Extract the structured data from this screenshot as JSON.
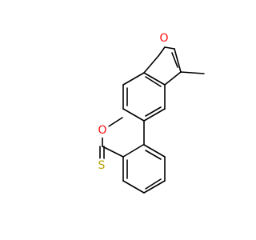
{
  "molecule": {
    "atoms": {
      "furan_o": {
        "label": "O",
        "color": "#ff0d0d"
      },
      "lactone_o": {
        "label": "O",
        "color": "#ff0d0d"
      },
      "thione_s": {
        "label": "S",
        "color": "#b8a300"
      }
    },
    "colors": {
      "bond": "#000000",
      "background": "#ffffff"
    }
  }
}
